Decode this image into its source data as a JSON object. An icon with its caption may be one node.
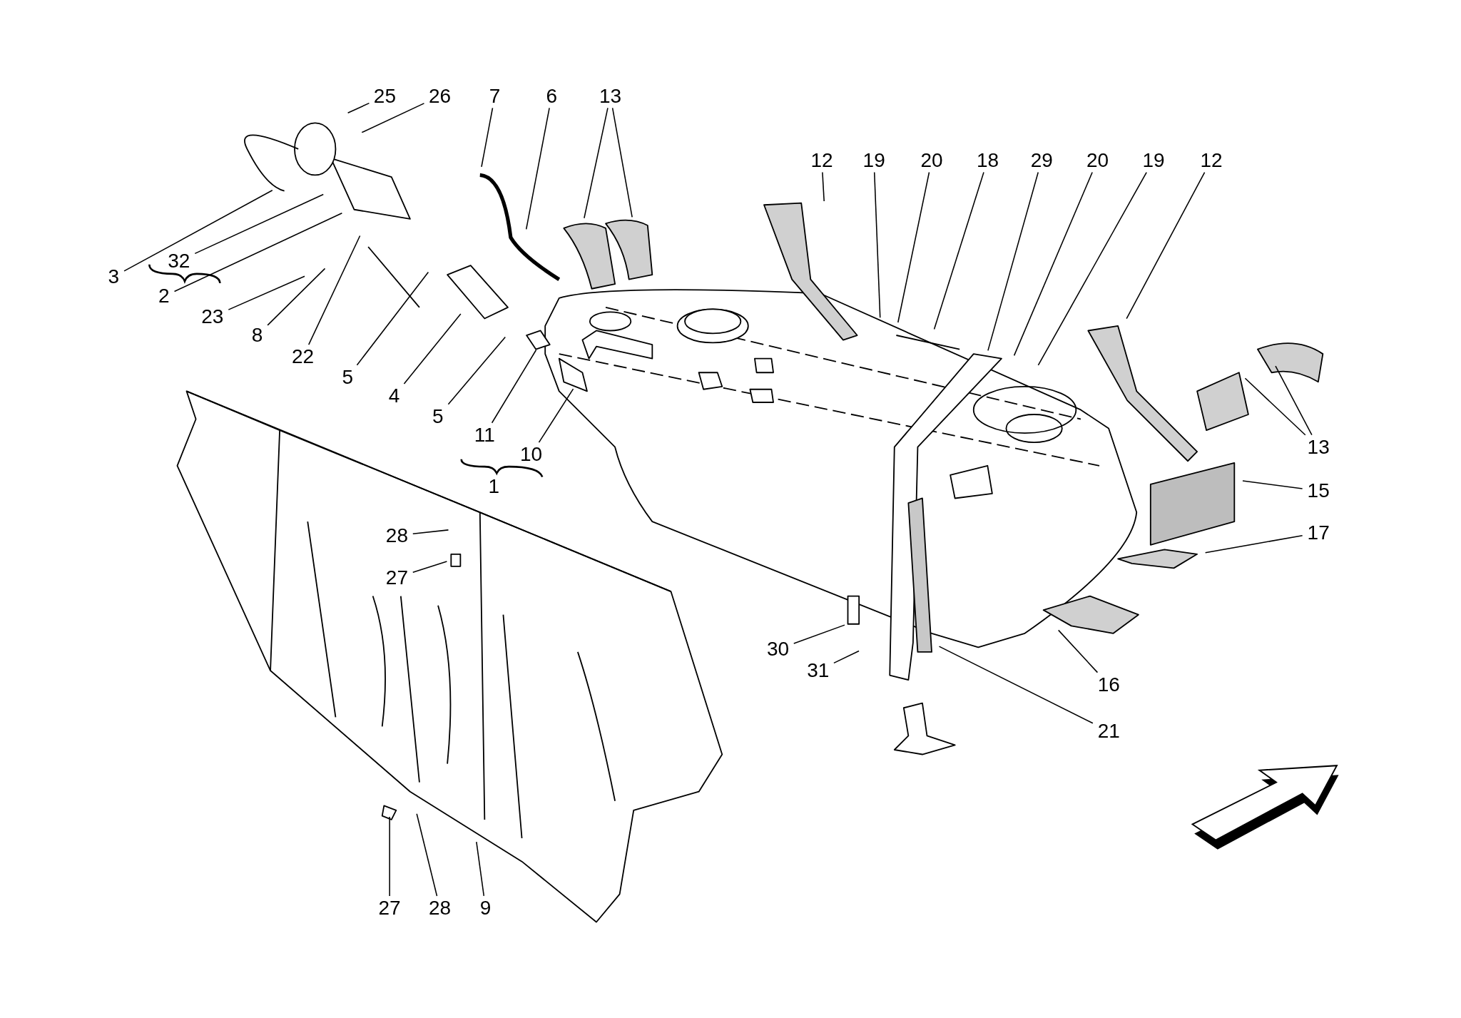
{
  "diagram": {
    "nodes": [
      {
        "text": [
          "25"
        ]
      },
      {
        "text": [
          "26"
        ]
      },
      {
        "text": [
          "7"
        ]
      },
      {
        "text": [
          "6"
        ]
      },
      {
        "text": [
          "13"
        ]
      },
      {
        "text": [
          "12"
        ]
      },
      {
        "text": [
          "19"
        ]
      },
      {
        "text": [
          "20"
        ]
      },
      {
        "text": [
          "18"
        ]
      },
      {
        "text": [
          "29"
        ]
      },
      {
        "text": [
          "20"
        ]
      },
      {
        "text": [
          "19"
        ]
      },
      {
        "text": [
          "12"
        ]
      },
      {
        "text": [
          "3"
        ]
      },
      {
        "text": [
          "32"
        ]
      },
      {
        "text": [
          "2"
        ]
      },
      {
        "text": [
          "23"
        ]
      },
      {
        "text": [
          "8"
        ]
      },
      {
        "text": [
          "22"
        ]
      },
      {
        "text": [
          "5"
        ]
      },
      {
        "text": [
          "4"
        ]
      },
      {
        "text": [
          "5"
        ]
      },
      {
        "text": [
          "11"
        ]
      },
      {
        "text": [
          "13"
        ]
      },
      {
        "text": [
          "10"
        ]
      },
      {
        "text": [
          "15"
        ]
      },
      {
        "text": [
          "17"
        ]
      },
      {
        "text": [
          "28"
        ]
      },
      {
        "text": [
          "27"
        ]
      },
      {
        "text": [
          "30"
        ]
      },
      {
        "text": [
          "31"
        ]
      },
      {
        "text": [
          "16"
        ]
      },
      {
        "text": [
          "21"
        ]
      },
      {
        "text": [
          "27"
        ]
      },
      {
        "text": [
          "28"
        ]
      },
      {
        "text": [
          "9"
        ]
      }
    ],
    "edges": [
      {
        "from": 0,
        "to": null,
        "arrow": "none"
      },
      {
        "from": 1,
        "to": null,
        "arrow": "none"
      },
      {
        "from": 2,
        "to": null,
        "arrow": "none"
      },
      {
        "from": 3,
        "to": null,
        "arrow": "none"
      },
      {
        "from": 4,
        "to": null,
        "arrow": "none"
      },
      {
        "from": 4,
        "to": null,
        "arrow": "none"
      },
      {
        "from": 5,
        "to": null,
        "arrow": "none"
      },
      {
        "from": 6,
        "to": null,
        "arrow": "none"
      },
      {
        "from": 7,
        "to": null,
        "arrow": "none"
      },
      {
        "from": 8,
        "to": null,
        "arrow": "none"
      },
      {
        "from": 9,
        "to": null,
        "arrow": "none"
      },
      {
        "from": 10,
        "to": null,
        "arrow": "none"
      },
      {
        "from": 11,
        "to": null,
        "arrow": "none"
      },
      {
        "from": 12,
        "to": null,
        "arrow": "none"
      },
      {
        "from": 13,
        "to": null,
        "arrow": "none"
      },
      {
        "from": 14,
        "to": null,
        "arrow": "none"
      },
      {
        "from": 15,
        "to": null,
        "arrow": "none"
      },
      {
        "from": 16,
        "to": null,
        "arrow": "none"
      },
      {
        "from": 17,
        "to": null,
        "arrow": "none"
      },
      {
        "from": 18,
        "to": null,
        "arrow": "none"
      },
      {
        "from": 19,
        "to": null,
        "arrow": "none"
      },
      {
        "from": 20,
        "to": null,
        "arrow": "none"
      },
      {
        "from": 21,
        "to": null,
        "arrow": "none"
      },
      {
        "from": 22,
        "to": null,
        "arrow": "none"
      },
      {
        "from": 23,
        "to": null,
        "arrow": "none"
      },
      {
        "from": 23,
        "to": null,
        "arrow": "none"
      },
      {
        "from": 24,
        "to": null,
        "arrow": "none"
      },
      {
        "from": 25,
        "to": null,
        "arrow": "none"
      },
      {
        "from": 26,
        "to": null,
        "arrow": "none"
      },
      {
        "from": 27,
        "to": null,
        "arrow": "none"
      },
      {
        "from": 28,
        "to": null,
        "arrow": "none"
      },
      {
        "from": 29,
        "to": null,
        "arrow": "none"
      },
      {
        "from": 30,
        "to": null,
        "arrow": "none"
      },
      {
        "from": 31,
        "to": null,
        "arrow": "none"
      },
      {
        "from": 32,
        "to": null,
        "arrow": "none"
      },
      {
        "from": 33,
        "to": null,
        "arrow": "none"
      },
      {
        "from": 34,
        "to": null,
        "arrow": "none"
      },
      {
        "from": 35,
        "to": null,
        "arrow": "none"
      }
    ],
    "labels": [
      "1"
    ]
  }
}
